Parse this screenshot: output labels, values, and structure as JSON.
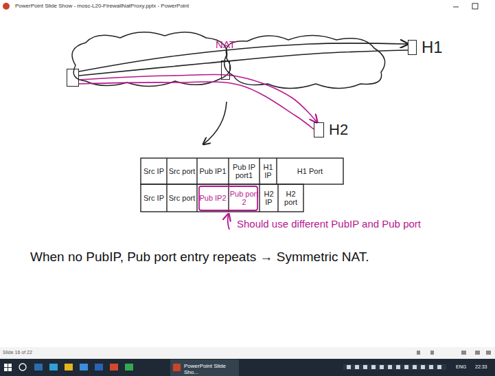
{
  "diagram": {
    "nodes": [
      {
        "text": []
      },
      {
        "text": [
          "NAT"
        ]
      },
      {
        "text": [
          "H1"
        ]
      },
      {
        "text": [
          "H2"
        ]
      }
    ],
    "edges": [
      {
        "from": 0,
        "to": 2,
        "arrow": "to"
      },
      {
        "from": 0,
        "to": 2,
        "arrow": "none"
      },
      {
        "from": 0,
        "to": 3,
        "arrow": "to"
      },
      {
        "from": 0,
        "to": 3,
        "arrow": "none"
      }
    ],
    "labels": [
      "PowerPoint Slide Show - mosc-L20-FirewallNatProxy.pptx - PowerPoint",
      "Src IP",
      "Src port",
      "Pub IP1",
      "Pub IP port1",
      "H1 IP",
      "H1 Port",
      "Src IP",
      "Src port",
      "Pub IP2",
      "Pub port 2",
      "H2 IP",
      "H2 port",
      "Should use different PubIP and Pub port",
      "When no PubIP, Pub port entry repeats → Symmetric NAT.",
      "Slide 16 of 22",
      "PowerPoint Slide Sho...",
      "ENG",
      "22:33"
    ]
  }
}
